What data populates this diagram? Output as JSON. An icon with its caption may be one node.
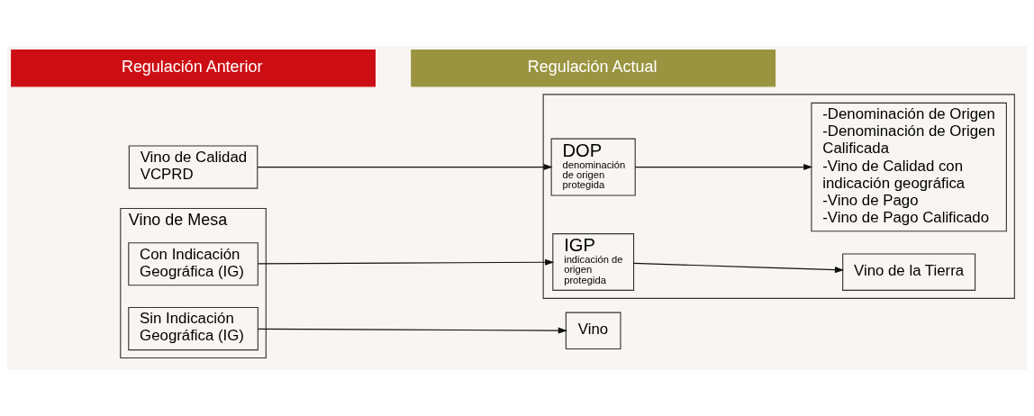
{
  "diagram": {
    "nodes": [
      {
        "text": [
          "Regulación Anterior"
        ]
      },
      {
        "text": [
          "Regulación Actual"
        ]
      },
      {
        "text": [
          "Vino de Calidad VCPRD"
        ]
      },
      {
        "text": [],
        "shape": "box"
      },
      {
        "text": [
          "DOP",
          "denominación de origen protegida"
        ],
        "in": 3
      },
      {
        "text": [
          "-Denominación de Origen -Denominación de Origen Calificada -Vino de Calidad con indicación geográfica -Vino de Pago -Vino de Pago Calificado"
        ],
        "in": 3
      },
      {
        "text": [
          "IGP",
          "indicación de origen protegida"
        ],
        "in": 3
      },
      {
        "text": [
          "Vino de la Tierra"
        ],
        "in": 3
      },
      {
        "text": [
          "Vino de Mesa"
        ]
      },
      {
        "text": [
          "Con Indicación Geográfica (IG)"
        ],
        "in": 8
      },
      {
        "text": [
          "Sin Indicación Geográfica (IG)"
        ],
        "in": 8
      },
      {
        "text": [
          "Vino"
        ]
      }
    ],
    "edges": [
      {
        "from": 2,
        "to": 4,
        "arrow": "to"
      },
      {
        "from": 4,
        "to": 5,
        "arrow": "to"
      },
      {
        "from": 9,
        "to": 6,
        "arrow": "to"
      },
      {
        "from": 6,
        "to": 7,
        "arrow": "to"
      },
      {
        "from": 10,
        "to": 11,
        "arrow": "to"
      }
    ]
  }
}
